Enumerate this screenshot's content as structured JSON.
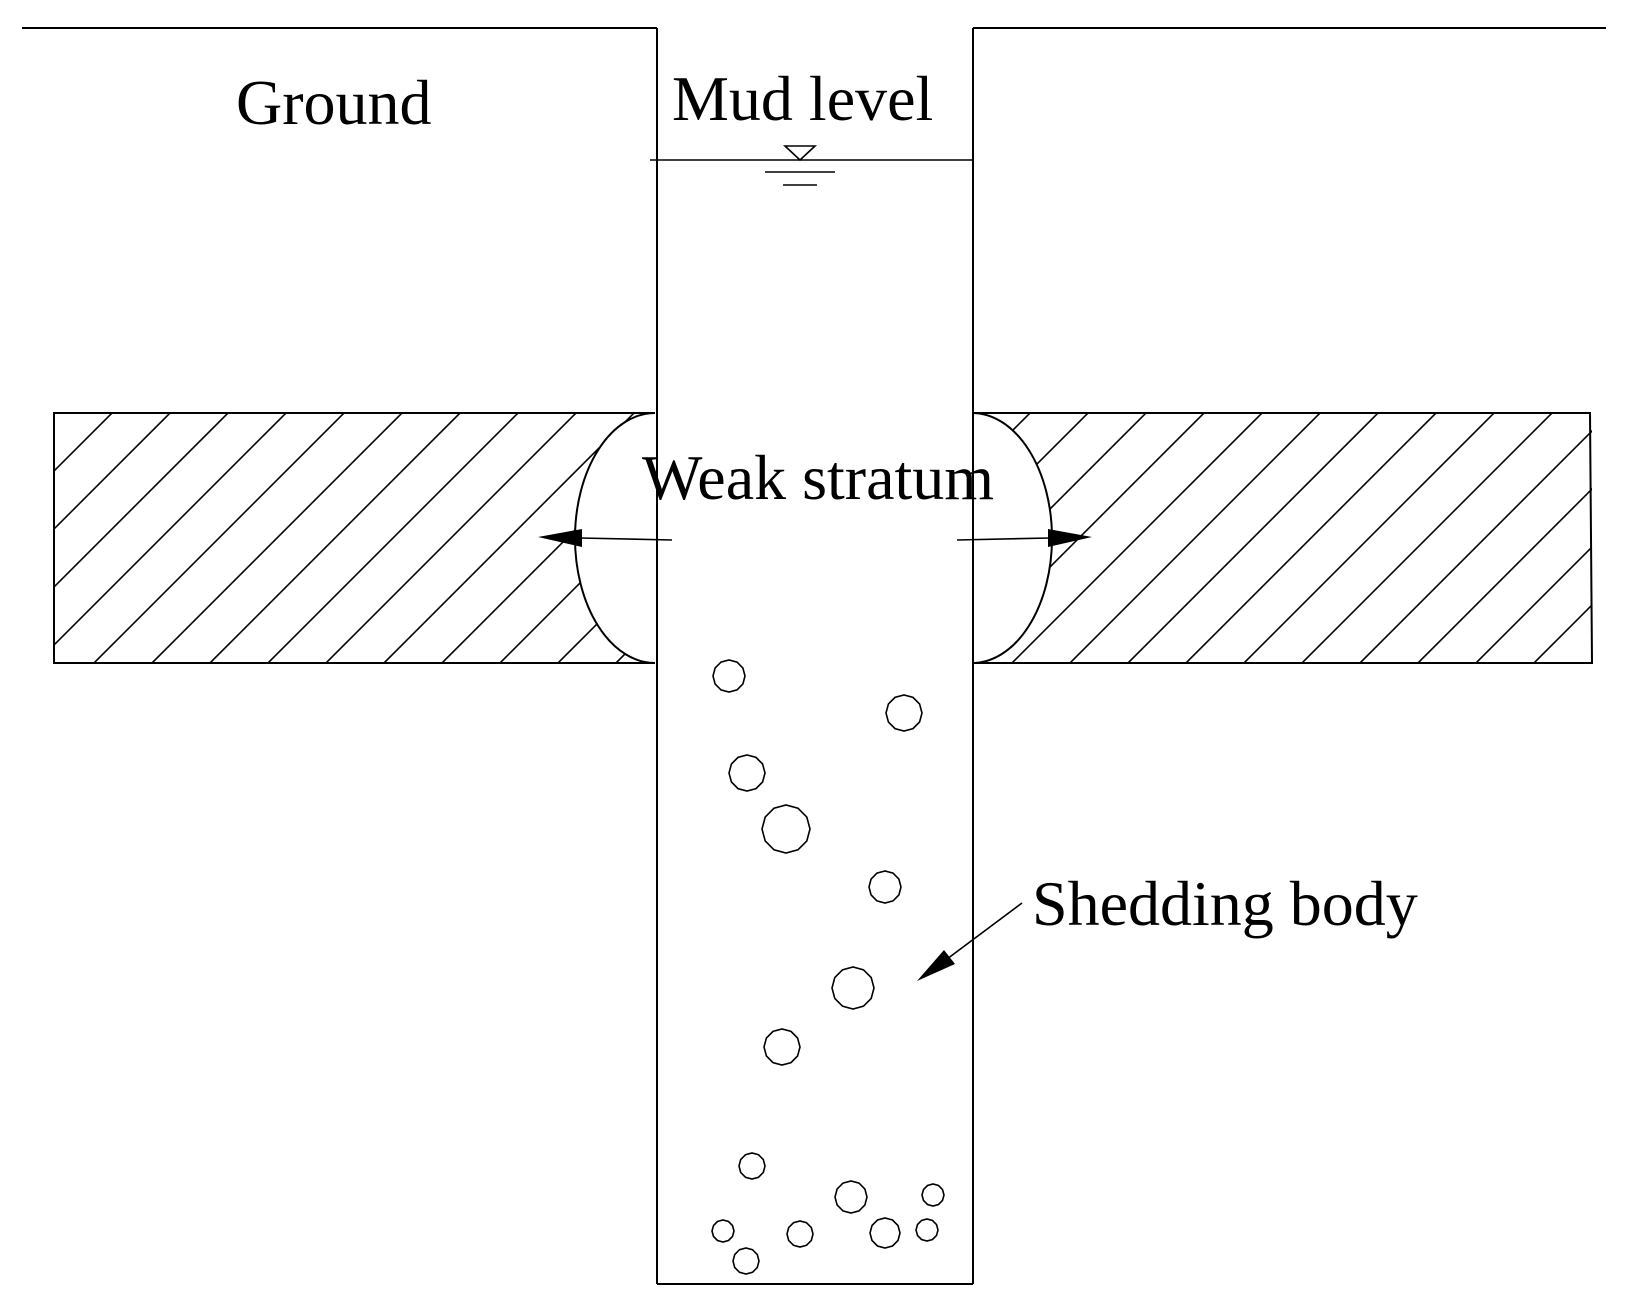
{
  "labels": {
    "ground": "Ground",
    "mud_level": "Mud level",
    "weak_stratum": "Weak stratum",
    "shedding_body": "Shedding body"
  },
  "colors": {
    "line": "#000000",
    "background": "#ffffff"
  }
}
